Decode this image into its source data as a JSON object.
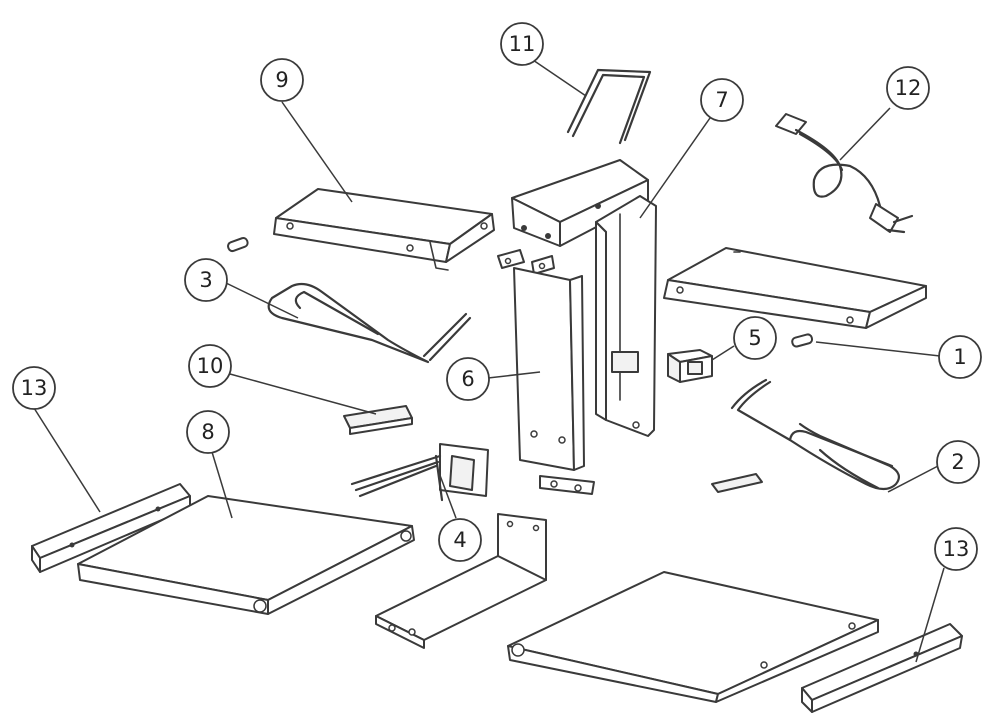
{
  "diagram": {
    "callouts": [
      {
        "id": "c1",
        "label": "1"
      },
      {
        "id": "c2",
        "label": "2"
      },
      {
        "id": "c3",
        "label": "3"
      },
      {
        "id": "c4",
        "label": "4"
      },
      {
        "id": "c5",
        "label": "5"
      },
      {
        "id": "c6",
        "label": "6"
      },
      {
        "id": "c7",
        "label": "7"
      },
      {
        "id": "c8",
        "label": "8"
      },
      {
        "id": "c9",
        "label": "9"
      },
      {
        "id": "c10",
        "label": "10"
      },
      {
        "id": "c11",
        "label": "11"
      },
      {
        "id": "c12",
        "label": "12"
      },
      {
        "id": "c13a",
        "label": "13"
      },
      {
        "id": "c13b",
        "label": "13"
      }
    ]
  }
}
